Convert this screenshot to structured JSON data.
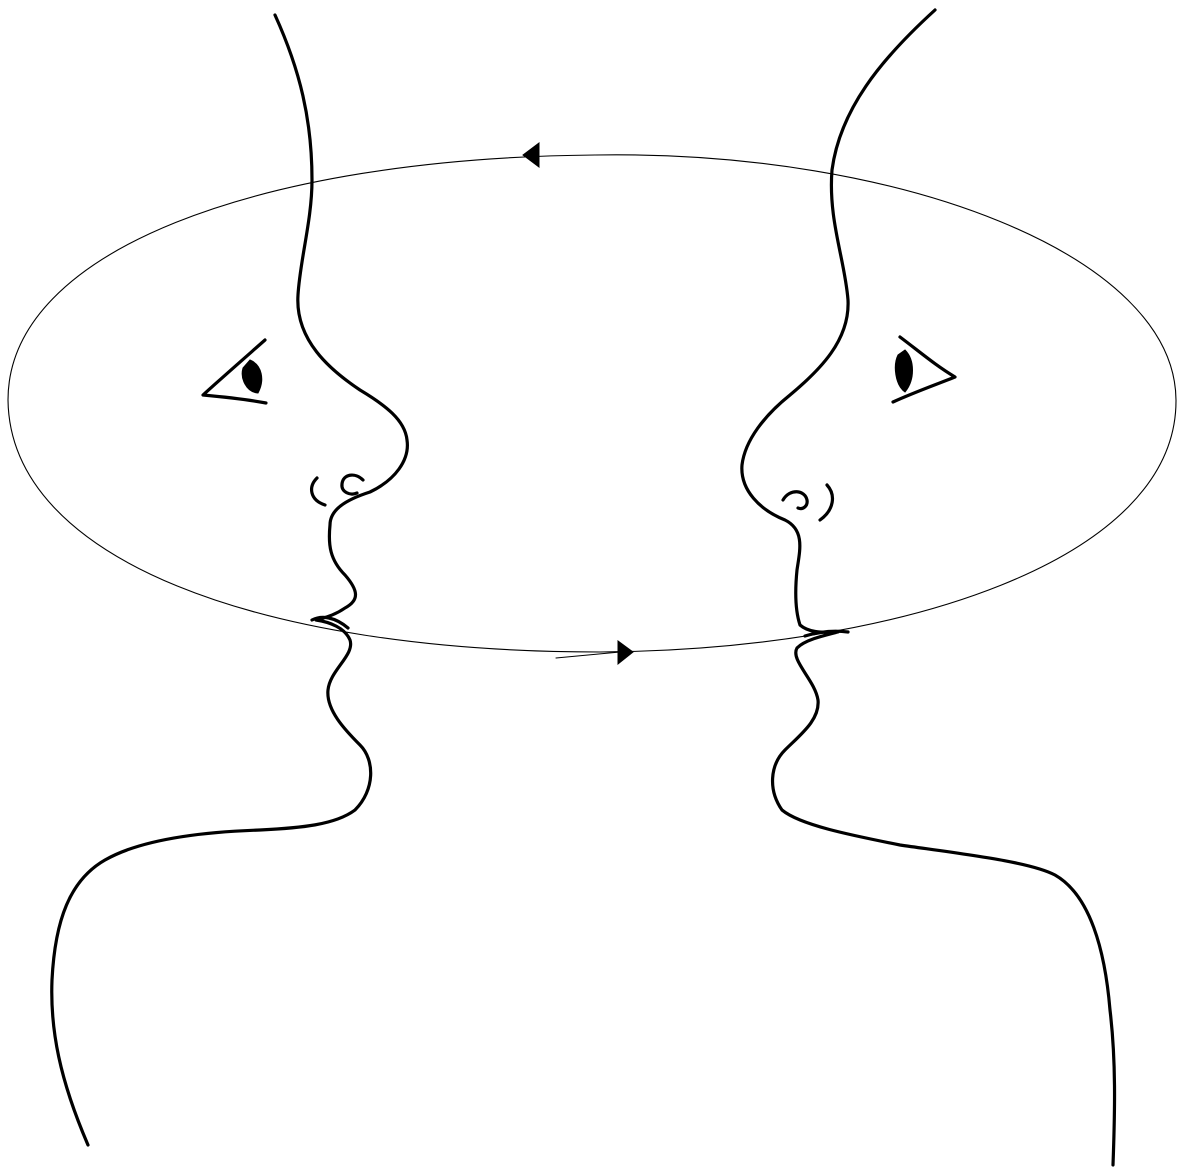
{
  "colors": {
    "background": "#ffffff",
    "ink": "#000000"
  },
  "figure": {
    "elements": [
      "left-face-profile",
      "right-face-profile",
      "reciprocal-loop"
    ],
    "loop_arrows": [
      "top-arrow-left",
      "bottom-arrow-right"
    ]
  }
}
